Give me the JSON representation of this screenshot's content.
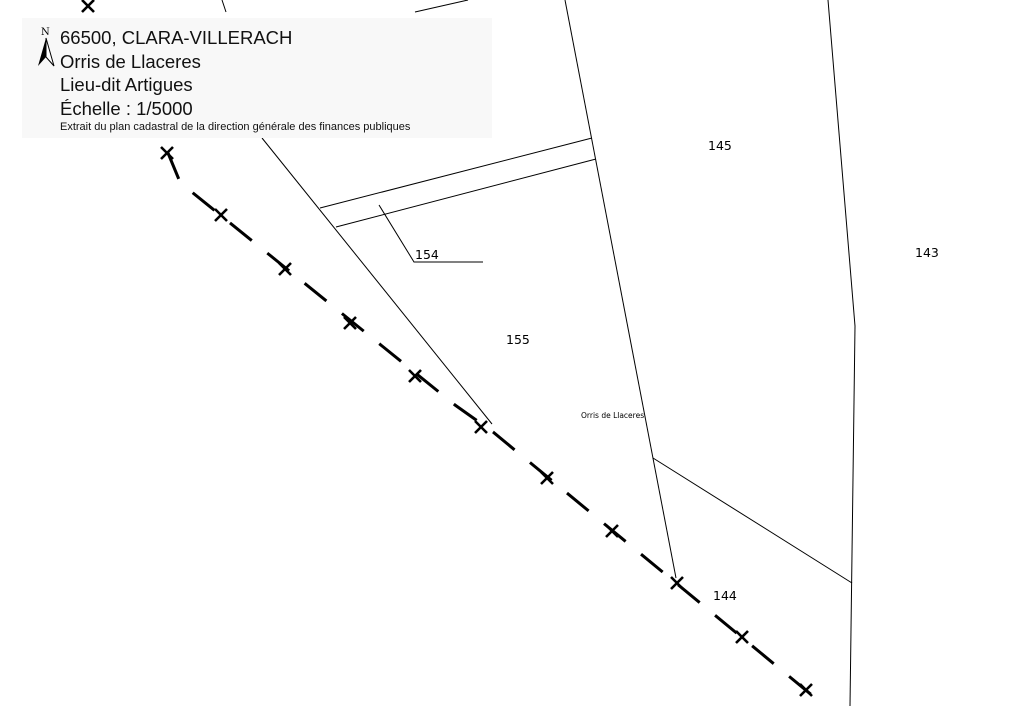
{
  "cartouche": {
    "north_label": "N",
    "postcode_commune": "66500, CLARA-VILLERACH",
    "site_name": "Orris de Llaceres",
    "locality": "Lieu-dit Artigues",
    "scale": "Échelle : 1/5000",
    "source": "Extrait du plan cadastral de la direction générale des finances publiques"
  },
  "map": {
    "parcels": [
      {
        "id": "parcel-145",
        "label": "145"
      },
      {
        "id": "parcel-143",
        "label": "143"
      },
      {
        "id": "parcel-154",
        "label": "154"
      },
      {
        "id": "parcel-155",
        "label": "155"
      },
      {
        "id": "parcel-144",
        "label": "144"
      }
    ],
    "place_label": "Orris de Llaceres",
    "line_color": "#000000",
    "boundary_style": "dashed-with-crosses"
  }
}
